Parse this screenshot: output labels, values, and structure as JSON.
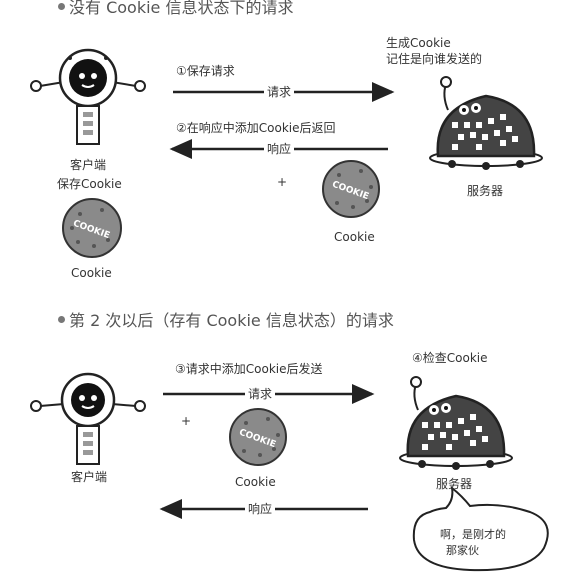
{
  "section1": {
    "heading": "没有 Cookie 信息状态下的请求",
    "step1_label": "①保存请求",
    "request_arrow_label": "请求",
    "step2_label": "②在响应中添加Cookie后返回",
    "response_arrow_label": "响应",
    "server_note_line1": "生成Cookie",
    "server_note_line2": "记住是向谁发送的",
    "client_label": "客户端",
    "client_sublabel": "保存Cookie",
    "client_cookie_caption": "Cookie",
    "plus": "+",
    "response_cookie_caption": "Cookie",
    "server_label": "服务器"
  },
  "section2": {
    "heading": "第 2 次以后（存有 Cookie 信息状态）的请求",
    "step3_label": "③请求中添加Cookie后发送",
    "request_arrow_label": "请求",
    "step4_label": "④检查Cookie",
    "client_label": "客户端",
    "plus": "+",
    "cookie_caption": "Cookie",
    "server_label": "服务器",
    "response_arrow_label": "响应",
    "speech_line1": "啊，是刚才的",
    "speech_line2": "那家伙"
  },
  "cookie_text": "COOKIE",
  "colors": {
    "ink": "#222222",
    "text": "#333333",
    "robot_body": "#d9d9d9",
    "robot_face": "#111111",
    "server_shell": "#444444",
    "server_screen": "#ffffff",
    "cookie_fill": "#8a8a8a"
  }
}
